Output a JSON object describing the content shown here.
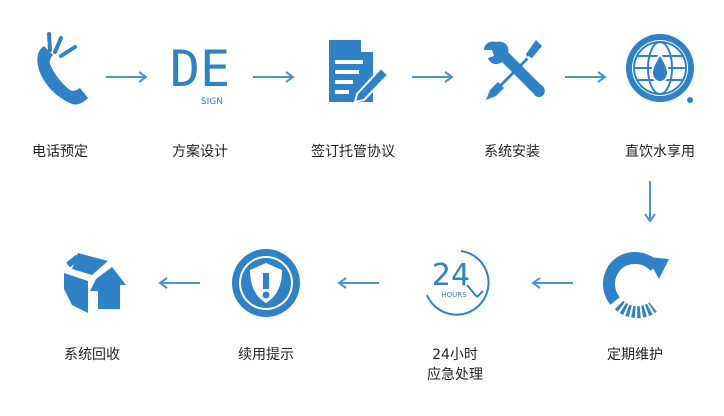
{
  "colors": {
    "primary": "#2f82c6",
    "arrow": "#4d93cf"
  },
  "steps": [
    {
      "id": "phone-booking",
      "label": "电话预定",
      "icon": "phone-icon"
    },
    {
      "id": "plan-design",
      "label": "方案设计",
      "icon": "design-logo-icon",
      "icon_text": {
        "letters": "DE",
        "sub": "SIGN"
      }
    },
    {
      "id": "contract",
      "label": "签订托管协议",
      "icon": "document-pen-icon"
    },
    {
      "id": "install",
      "label": "系统安装",
      "icon": "tools-icon"
    },
    {
      "id": "drink",
      "label": "直饮水享用",
      "icon": "water-globe-icon"
    },
    {
      "id": "maintenance",
      "label": "定期维护",
      "icon": "refresh-icon"
    },
    {
      "id": "emergency",
      "label_line1": "24小时",
      "label_line2": "应急处理",
      "icon": "clock-24-icon",
      "icon_text": {
        "number": "24",
        "sub": "HOURS"
      }
    },
    {
      "id": "renewal",
      "label": "续用提示",
      "icon": "warning-shield-icon"
    },
    {
      "id": "recycle",
      "label": "系统回收",
      "icon": "recycle-house-icon"
    }
  ]
}
